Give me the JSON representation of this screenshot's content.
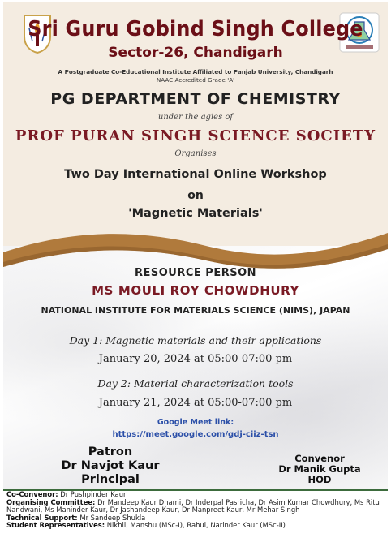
{
  "header": {
    "college": "Sri Guru Gobind Singh College",
    "sector": "Sector-26, Chandigarh",
    "affiliation": "A Postgraduate Co-Educational Institute Affiliated to Panjab University, Chandigarh",
    "naac": "NAAC Accredited Grade 'A'",
    "department": "PG DEPARTMENT OF CHEMISTRY",
    "aegis": "under the agies of",
    "society": "PROF PURAN SINGH SCIENCE SOCIETY",
    "organises": "Organises",
    "workshop": "Two Day International Online Workshop",
    "on": "on",
    "topic": "'Magnetic Materials'"
  },
  "resource": {
    "label": "RESOURCE PERSON",
    "name": "MS MOULI ROY CHOWDHURY",
    "institute": "NATIONAL INSTITUTE FOR MATERIALS SCIENCE (NIMS), JAPAN"
  },
  "schedule": {
    "day1_title": "Day 1: Magnetic materials and their applications",
    "day1_date": "January 20, 2024 at 05:00-07:00 pm",
    "day2_title": "Day 2: Material characterization tools",
    "day2_date": "January 21, 2024 at 05:00-07:00 pm"
  },
  "meet": {
    "label": "Google Meet link:",
    "link": "https://meet.google.com/gdj-ciiz-tsn"
  },
  "signatories": {
    "patron_role": "Patron",
    "patron_name": "Dr Navjot Kaur",
    "patron_title": "Principal",
    "convenor_role": "Convenor",
    "convenor_name": "Dr Manik Gupta",
    "convenor_title": "HOD"
  },
  "footer": {
    "co_convenor_label": "Co-Convenor:",
    "co_convenor": "Dr Pushpinder Kaur",
    "committee_label": "Organising Committee:",
    "committee": "Dr Mandeep Kaur Dhami, Dr Inderpal Pasricha, Dr Asim Kumar Chowdhury, Ms Ritu Nandwani, Ms Maninder Kaur, Dr Jashandeep Kaur, Dr Manpreet Kaur, Mr Mehar Singh",
    "tech_label": "Technical Support:",
    "tech": "Mr Sandeep Shukla",
    "students_label": "Student Representatives:",
    "students": "Nikhil, Manshu (MSc-I), Rahul, Narinder Kaur (MSc-II)"
  },
  "colors": {
    "maroon": "#6b0f17",
    "wave_brown": "#b07a3c",
    "link_blue": "#2b4fa8"
  },
  "icons": {
    "left_logo": "college-emblem-icon",
    "right_logo": "chemistry-society-logo-icon"
  }
}
